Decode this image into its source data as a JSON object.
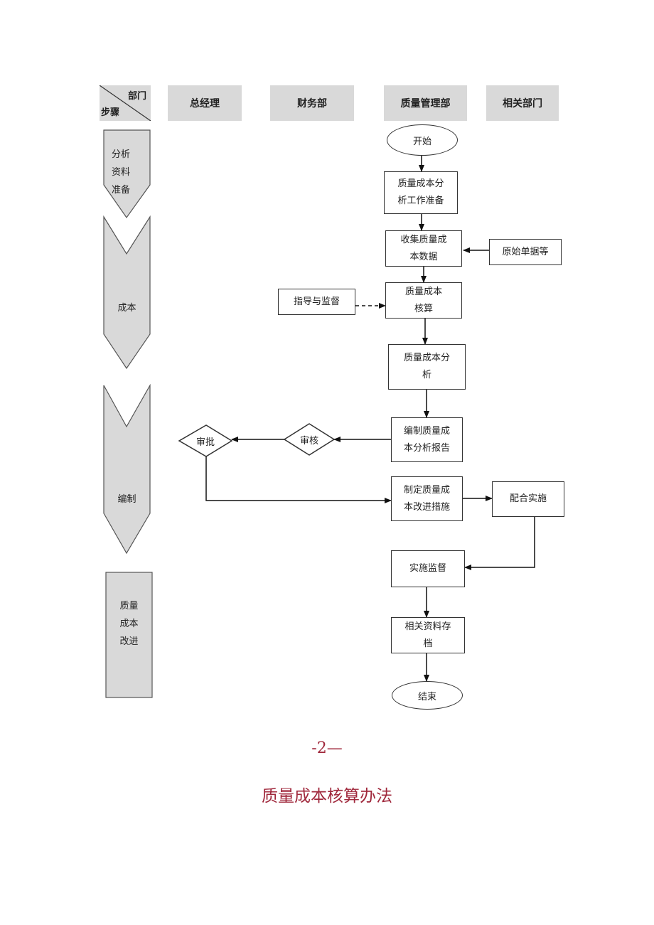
{
  "header": {
    "corner_dept": "部门",
    "corner_step": "步骤",
    "col_gm": "总经理",
    "col_finance": "财务部",
    "col_quality": "质量管理部",
    "col_related": "相关部门"
  },
  "steps": {
    "s1": "分析\n资料\n准备",
    "s2": "成本",
    "s3": "编制",
    "s4": "质量\n成本\n改进"
  },
  "nodes": {
    "start": "开始",
    "prepare": "质量成本分\n析工作准备",
    "collect": "收集质量成\n本数据",
    "source_docs": "原始单据等",
    "guide": "指导与监督",
    "accounting": "质量成本\n核算",
    "analysis": "质量成本分\n析",
    "report": "编制质量成\n本分析报告",
    "review": "审核",
    "approve": "审批",
    "measures": "制定质量成\n本改进措施",
    "cooperate": "配合实施",
    "supervise": "实施监督",
    "archive": "相关资料存\n档",
    "end": "结束"
  },
  "footer": {
    "page_number": "-2—",
    "title": "质量成本核算办法"
  },
  "colors": {
    "header_fill": "#d9d9d9",
    "step_fill": "#d9d9d9",
    "line": "#333333",
    "accent_red": "#a0283c"
  }
}
